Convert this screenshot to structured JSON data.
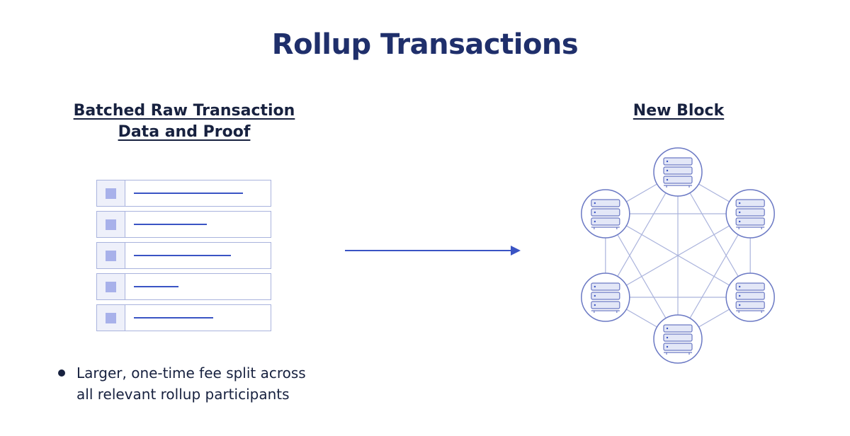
{
  "title": "Rollup Transactions",
  "left_panel": {
    "heading_line1": "Batched Raw Transaction",
    "heading_line2": "Data and Proof",
    "rows": [
      {
        "line_fraction": 0.81
      },
      {
        "line_fraction": 0.54
      },
      {
        "line_fraction": 0.72
      },
      {
        "line_fraction": 0.33
      },
      {
        "line_fraction": 0.59
      }
    ],
    "bullet_line1": "Larger, one-time fee split across",
    "bullet_line2": "all relevant rollup participants"
  },
  "right_panel": {
    "heading": "New Block",
    "node_count": 6
  },
  "colors": {
    "title": "#1f2f6b",
    "accent": "#3a54c4",
    "border": "#a9b3dd",
    "node_stroke": "#6b79c4",
    "edge": "#aab3dc"
  }
}
